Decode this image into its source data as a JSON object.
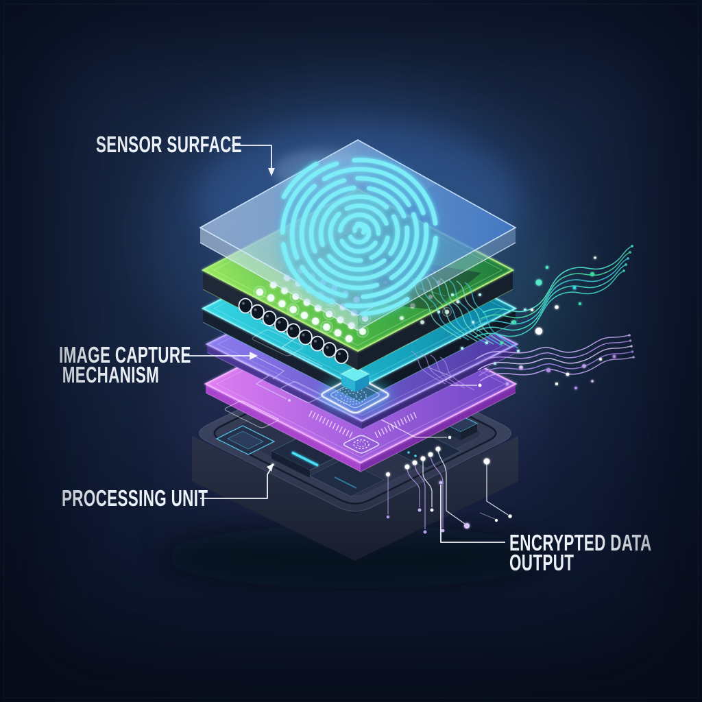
{
  "callouts": {
    "sensor_surface": {
      "label": "SENSOR SURFACE"
    },
    "image_capture": {
      "label_line1": "IMAGE CAPTURE",
      "label_line2": "MECHANISM"
    },
    "processing_unit": {
      "label": "PROCESSING UNIT"
    },
    "encrypted_output": {
      "label_line1": "ENCRYPTED DATA",
      "label_line2": "OUTPUT"
    }
  },
  "layers": [
    {
      "id": "sensor-surface-glass",
      "color": "#7fb0e8"
    },
    {
      "id": "sensor-array-board",
      "color": "#46b244"
    },
    {
      "id": "lens-row",
      "color": "#0d1522"
    },
    {
      "id": "optics-board",
      "color": "#17a8c2"
    },
    {
      "id": "circuit-board",
      "color": "#6a56c8"
    },
    {
      "id": "processor-board",
      "color": "#a862e0"
    },
    {
      "id": "base-unit",
      "color": "#323b54"
    }
  ],
  "palette": {
    "background_center": "#223757",
    "background_edge": "#0b1222",
    "fingerprint": "#7deef8",
    "fingerprint_glow": "#2ab8e8",
    "glass_edge": "#d6eaff",
    "green_rim": "#b2f07e",
    "teal_rim": "#8af2fa",
    "purple_rim": "#bcaaff",
    "magenta_rim": "#f2b2ff",
    "board_side_dark": "#1b2431",
    "wire_teal": "#43e0c2",
    "wire_cyan": "#3fd2ea",
    "wire_purple": "#b894f2",
    "wire_lavender": "#d9c6fb",
    "leader": "#f2f6fb",
    "dot_white": "#ffffff",
    "chip_accent": "#46e0f8"
  }
}
